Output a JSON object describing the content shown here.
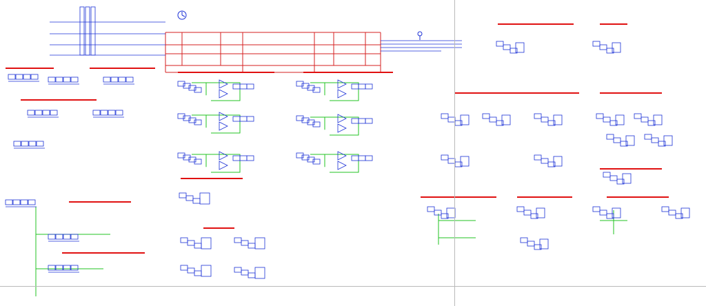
{
  "colors": {
    "background": "#ffffff",
    "component": "#1a2fd6",
    "wire": "#22c322",
    "power": "#d61f1f",
    "caption": "#e01010",
    "page_boundary": "#b9b9b9"
  },
  "icons": {
    "clock": "clock-icon",
    "probe": "probe-icon",
    "ground": "ground-icon",
    "source": "ac-source-icon"
  },
  "sections": [
    {
      "id": "source-and-inverter"
    },
    {
      "id": "control-a"
    },
    {
      "id": "control-b"
    },
    {
      "id": "measure-a"
    },
    {
      "id": "measure-b"
    },
    {
      "id": "measure-c"
    },
    {
      "id": "measure-d"
    },
    {
      "id": "block-1"
    },
    {
      "id": "block-2"
    },
    {
      "id": "block-3"
    },
    {
      "id": "block-4"
    },
    {
      "id": "block-5"
    },
    {
      "id": "block-6"
    },
    {
      "id": "block-7"
    },
    {
      "id": "block-8"
    },
    {
      "id": "block-9"
    },
    {
      "id": "block-10"
    }
  ]
}
